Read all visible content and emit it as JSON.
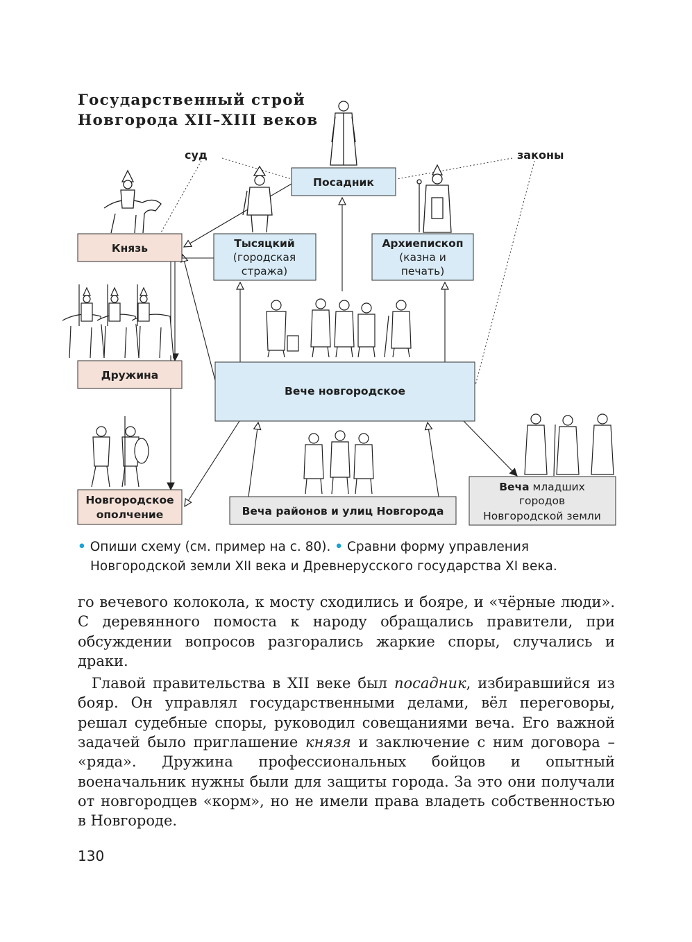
{
  "title": {
    "line1": "Государственный строй",
    "line2": "Новгорода XII–XIII веков"
  },
  "diagram": {
    "labels": {
      "court": "суд",
      "laws": "законы"
    },
    "nodes": {
      "posadnik": "Посадник",
      "prince": "Князь",
      "tysyatsky": {
        "name": "Тысяцкий",
        "l2": "(городская",
        "l3": "стража)"
      },
      "archbishop": {
        "name": "Архиепископ",
        "l2": "(казна и",
        "l3": "печать)"
      },
      "druzhina": "Дружина",
      "veche": "Вече новгородское",
      "militia": {
        "l1": "Новгородское",
        "l2": "ополчение"
      },
      "district_veche": "Веча районов и улиц Новгорода",
      "junior_veche": {
        "bold": "Веча",
        "rest": " младших",
        "l2": "городов",
        "l3": "Новгородской земли"
      }
    },
    "colors": {
      "prince_fill": "#f5e1d8",
      "veche_fill": "#d8ebf6",
      "grey_fill": "#e8e8e8",
      "accent": "#19a3d6"
    }
  },
  "tasks": {
    "task1": "Опиши схему (см. пример на с. 80).",
    "task2_a": "Сравни форму управления",
    "task2_b": "Новгородской земли XII века и Древнерусского государства XI века."
  },
  "body": {
    "p1": "го вечевого колокола, к мосту сходились и бояре, и «чёрные люди». С деревянного помоста к народу обращались правители, при обсуждении вопросов разгорались жаркие споры, случались и драки.",
    "p2_a": "Главой правительства в XII веке был ",
    "p2_i1": "посадник",
    "p2_b": ", избиравшийся из бояр. Он управлял государственными делами, вёл переговоры, решал судебные споры, руководил совещаниями веча. Его важной задачей было приглашение ",
    "p2_i2": "князя",
    "p2_c": " и заключение с ним договора – «ряда». Дружина профессиональных бойцов и опытный военачальник нужны были для защиты города. За это они получали от новгородцев «корм», но не имели права владеть собственностью в Новгороде."
  },
  "page_number": "130"
}
